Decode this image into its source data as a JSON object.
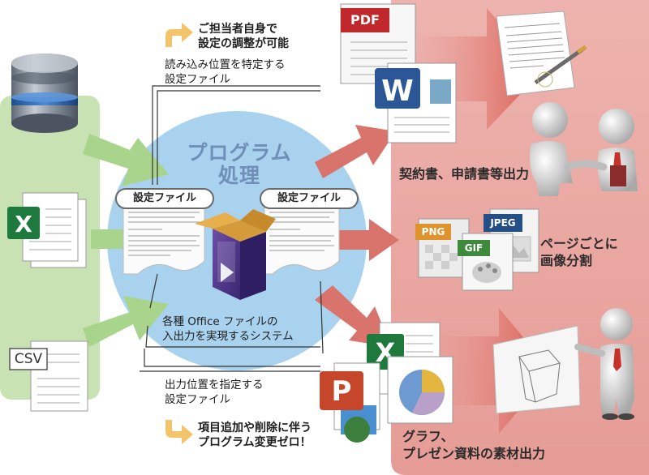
{
  "notes": {
    "top_right_line1": "ご担当者自身で",
    "top_right_line2": "設定の調整が可能",
    "read_config_line1": "読み込み位置を特定する",
    "read_config_line2": "設定ファイル",
    "system_line1": "各種 Office ファイルの",
    "system_line2": "入出力を実現するシステム",
    "output_config_line1": "出力位置を指定する",
    "output_config_line2": "設定ファイル",
    "bottom_line1": "項目追加や削除に伴う",
    "bottom_line2": "プログラム変更ゼロ！"
  },
  "center": {
    "title_line1": "プログラム",
    "title_line2": "処理",
    "pill_left": "設定ファイル",
    "pill_right": "設定ファイル"
  },
  "inputs": {
    "csv_label": "CSV"
  },
  "outputs": {
    "pdf_label": "PDF",
    "contract_line": "契約書、申請書等出力",
    "page_line1": "ページごとに",
    "page_line2": "画像分割",
    "png_label": "PNG",
    "jpeg_label": "JPEG",
    "gif_label": "GIF",
    "chart_line1": "グラフ、",
    "chart_line2": "プレゼン資料の素材出力"
  },
  "colors": {
    "input_panel": "#c8e2b4",
    "input_arrow": "#a9d48c",
    "center_circle": "#a9d2ef",
    "output_panel": "#e9a7a2",
    "output_arrow": "#d9746c",
    "center_title": "#6f8fb8",
    "note_arrow": "#f3c46a"
  }
}
